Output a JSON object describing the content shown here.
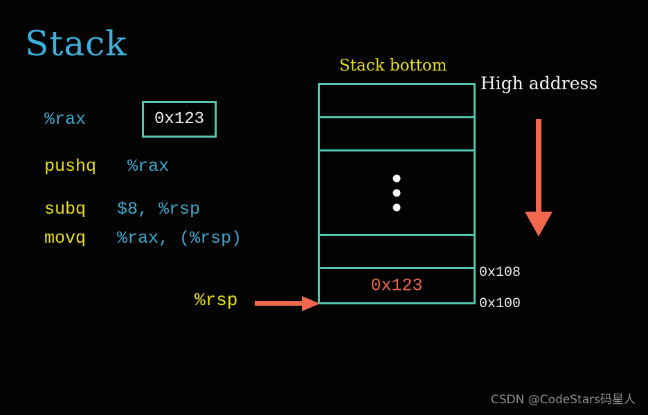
{
  "slide": {
    "title": "Stack",
    "background_color": "#030303",
    "accent_teal": "#52C5AC",
    "accent_yellow": "#E9E117",
    "accent_blue": "#3FA8CD",
    "accent_red": "#F2684D"
  },
  "code": {
    "lines": [
      {
        "mnemonic": "%rax",
        "operands": ""
      },
      {
        "mnemonic": "pushq",
        "operands": "%rax"
      },
      {
        "mnemonic": "subq",
        "operands": "$8, %rsp"
      },
      {
        "mnemonic": "movq",
        "operands": "%rax, (%rsp)"
      }
    ]
  },
  "register_box": {
    "value": "0x123"
  },
  "diagram": {
    "stack_bottom_label": "Stack bottom",
    "high_address_label": "High address",
    "down_arrow_name": "growth-direction-arrow",
    "stack_pointer_label": "%rsp",
    "cells": [
      {
        "value": "",
        "size": "small"
      },
      {
        "value": "",
        "size": "small"
      },
      {
        "value": "",
        "size": "large",
        "has_ellipsis": true
      },
      {
        "value": "",
        "size": "small"
      },
      {
        "value": "0x123",
        "size": "small"
      }
    ],
    "addresses": {
      "upper": "0x108",
      "lower": "0x100"
    }
  },
  "watermark": "CSDN @CodeStars码星人"
}
